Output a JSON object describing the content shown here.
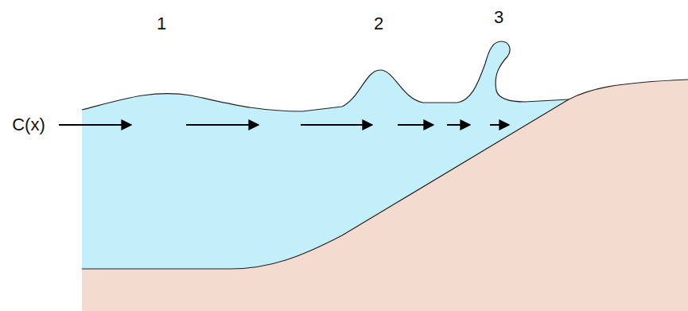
{
  "diagram": {
    "labels": [
      "1",
      "2",
      "3",
      "C(x)"
    ]
  }
}
